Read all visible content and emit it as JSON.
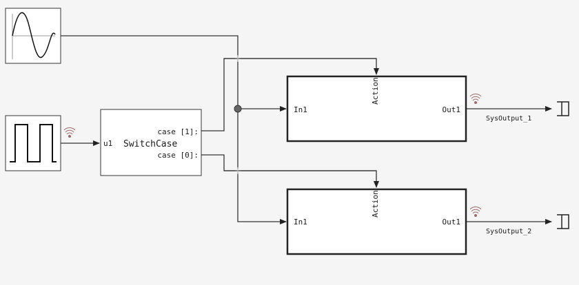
{
  "colors": {
    "background": "#f5f5f5",
    "line": "#333333",
    "block_fill": "#ffffff",
    "signal_icon": "#9a6b6b"
  },
  "blocks": {
    "sine_wave": {
      "icon": "sine-wave-icon"
    },
    "pulse_generator": {
      "icon": "pulse-wave-icon"
    },
    "switch_case": {
      "title": "SwitchCase",
      "input_port": "u1",
      "case1_port": "case [1]:",
      "case0_port": "case [0]:"
    },
    "action_subsystem_1": {
      "action_port": "Action",
      "in_port": "In1",
      "out_port": "Out1"
    },
    "action_subsystem_2": {
      "action_port": "Action",
      "in_port": "In1",
      "out_port": "Out1"
    }
  },
  "outputs": [
    {
      "label": "SysOutput_1",
      "icon": "terminator-icon"
    },
    {
      "label": "SysOutput_2",
      "icon": "terminator-icon"
    }
  ],
  "signal_log_icon": "signal-logging-icon"
}
